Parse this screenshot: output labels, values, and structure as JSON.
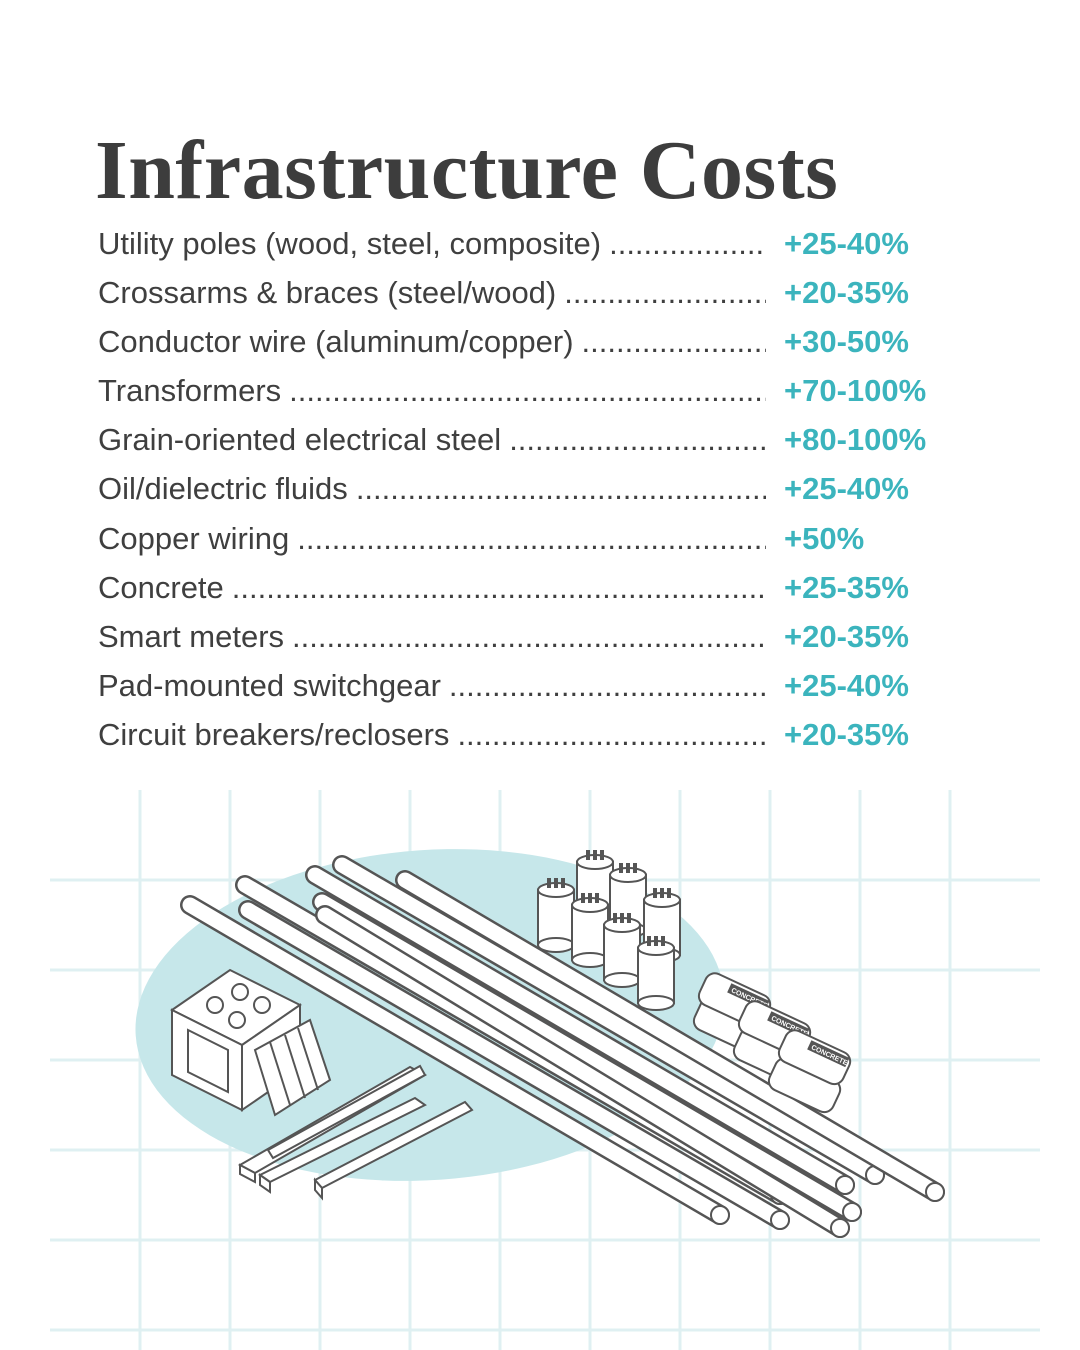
{
  "title": "Infrastructure Costs",
  "items": [
    {
      "name": "Utility poles (wood, steel, composite)",
      "value": "+25-40%"
    },
    {
      "name": "Crossarms & braces (steel/wood)",
      "value": "+20-35%"
    },
    {
      "name": "Conductor wire (aluminum/copper)",
      "value": "+30-50%"
    },
    {
      "name": "Transformers",
      "value": "+70-100%"
    },
    {
      "name": "Grain-oriented electrical steel",
      "value": "+80-100%"
    },
    {
      "name": "Oil/dielectric fluids",
      "value": "+25-40%"
    },
    {
      "name": "Copper wiring",
      "value": "+50%"
    },
    {
      "name": "Concrete",
      "value": "+25-35%"
    },
    {
      "name": "Smart meters",
      "value": "+20-35%"
    },
    {
      "name": "Pad-mounted switchgear",
      "value": "+25-40%"
    },
    {
      "name": "Circuit breakers/reclosers",
      "value": "+20-35%"
    }
  ],
  "illustration": {
    "bag_label": "CONCRETE"
  },
  "colors": {
    "title": "#3d3d3d",
    "text": "#3f3f3f",
    "accent": "#3bb4bd",
    "grid": "#dff0f2",
    "blob": "#c6e7ea"
  }
}
